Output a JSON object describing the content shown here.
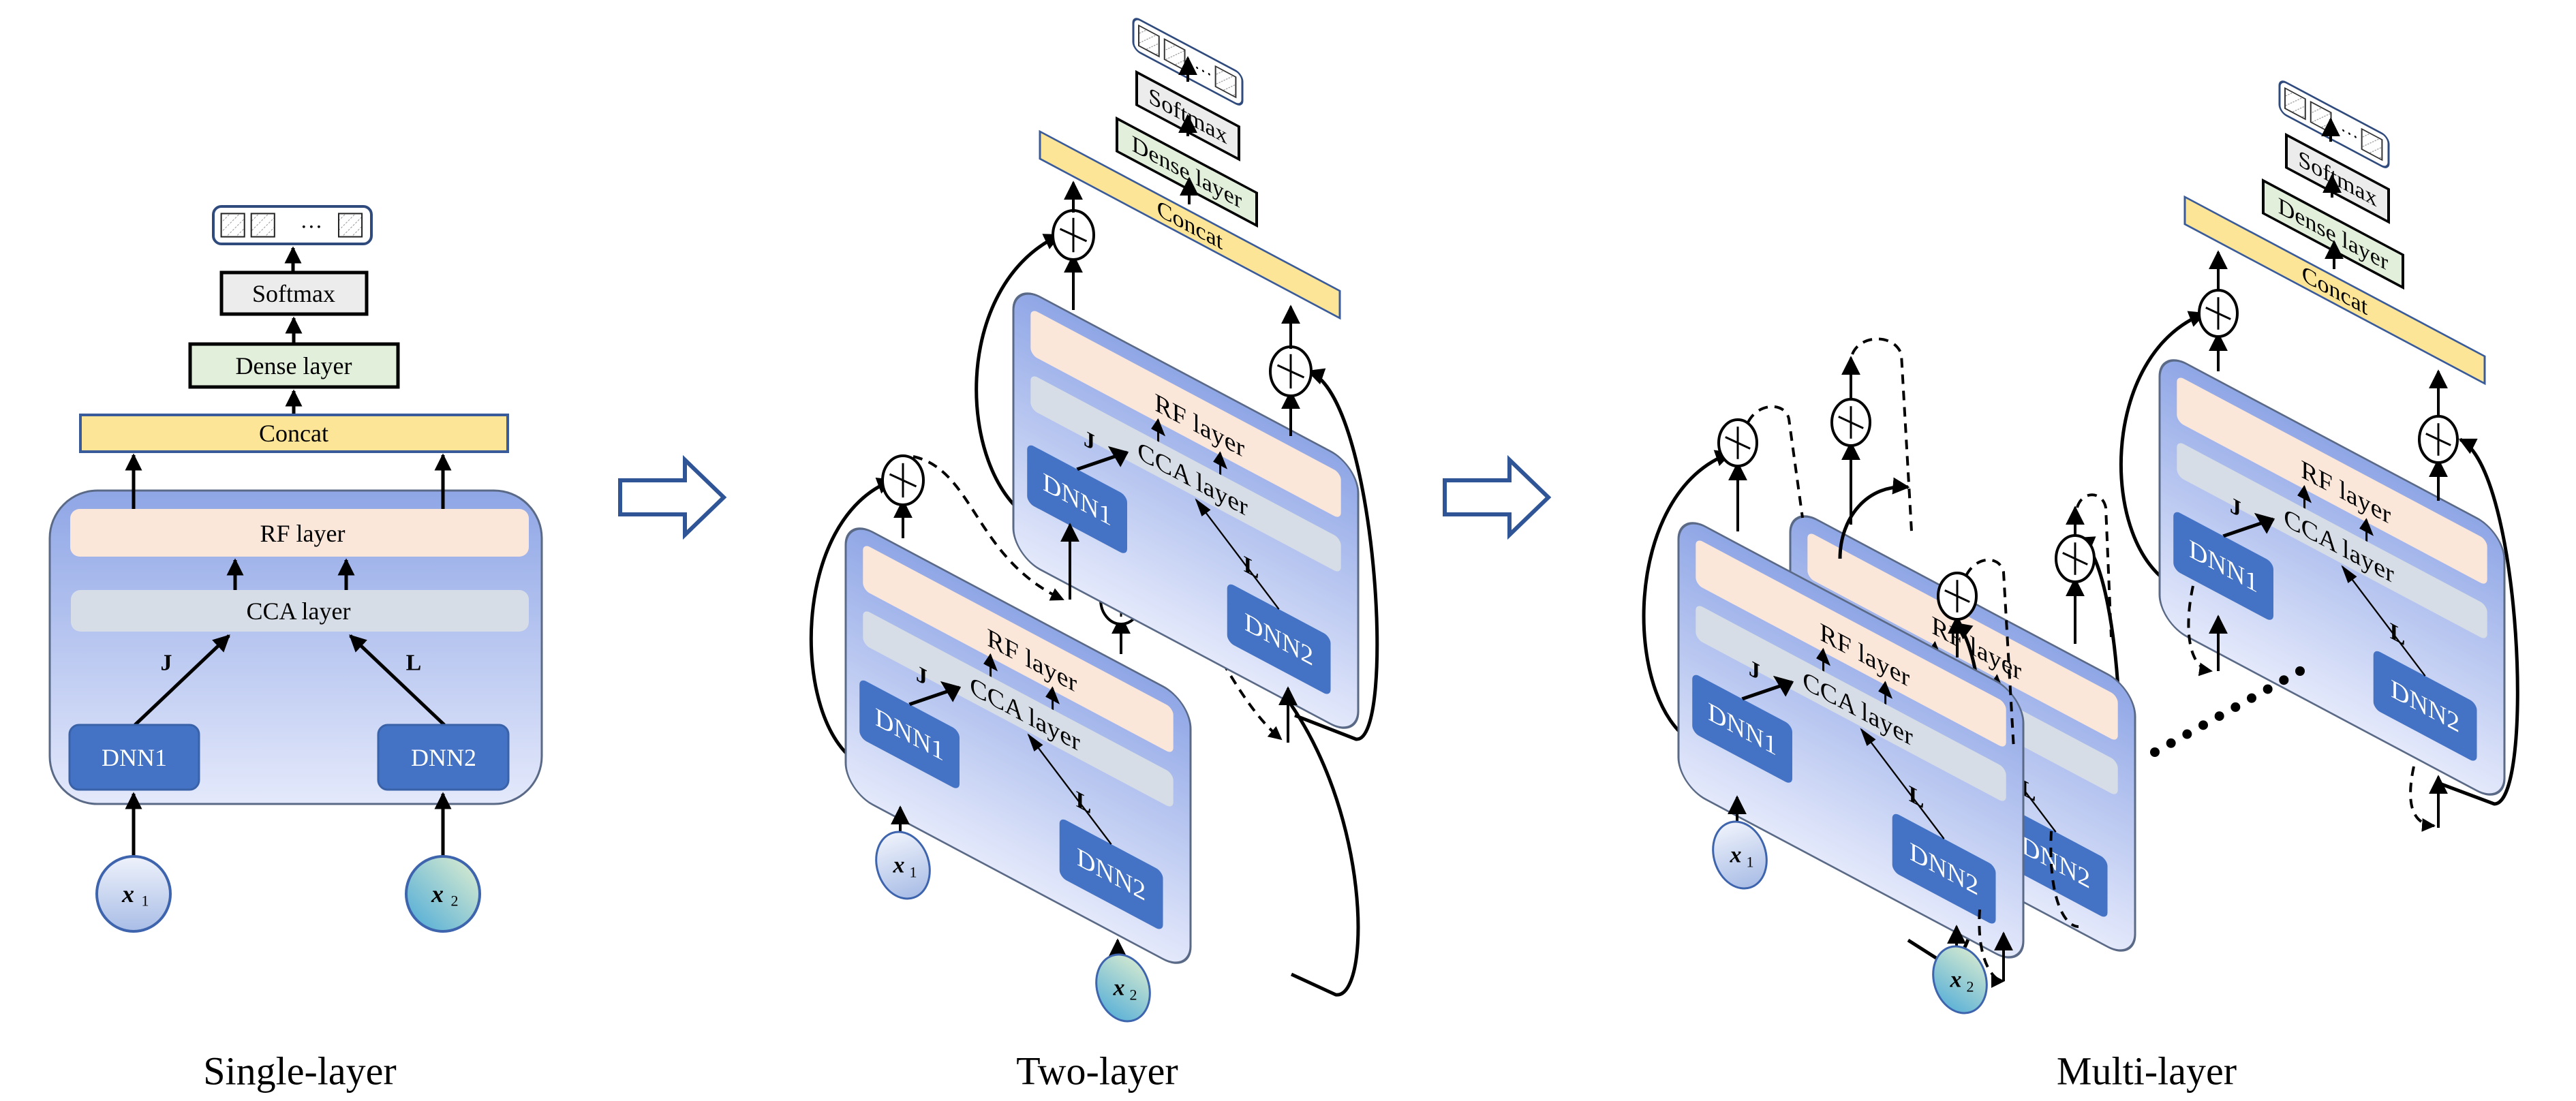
{
  "figure": {
    "panels": [
      {
        "id": "single",
        "caption": "Single-layer",
        "layers": 1
      },
      {
        "id": "two",
        "caption": "Two-layer",
        "layers": 2
      },
      {
        "id": "multi",
        "caption": "Multi-layer",
        "layers": "many"
      }
    ],
    "labels": {
      "output_ellipsis": "…",
      "softmax": "Softmax",
      "dense": "Dense layer",
      "concat": "Concat",
      "rf": "RF layer",
      "cca": "CCA layer",
      "dnn1": "DNN1",
      "dnn2": "DNN2",
      "j": "J",
      "l": "L",
      "x": "x",
      "x1_sub": "1",
      "x2_sub": "2",
      "add_symbol": "+"
    },
    "colors": {
      "panel_top": "#8fa6e6",
      "panel_bottom": "#e4e9fb",
      "panel_border": "#5a6a86",
      "rf_fill": "#fbe6da",
      "cca_fill": "#d6dde6",
      "dnn_fill": "#4472c4",
      "concat_fill": "#fde598",
      "concat_border": "#3a5b9a",
      "dense_fill": "#e2efda",
      "softmax_fill": "#ececec",
      "output_border": "#2f4a7c",
      "big_arrow": "#2f5597",
      "x1_fill": "#b4c7e7",
      "x2_fill": "#6fc1dd"
    },
    "transition_arrows": 2
  }
}
